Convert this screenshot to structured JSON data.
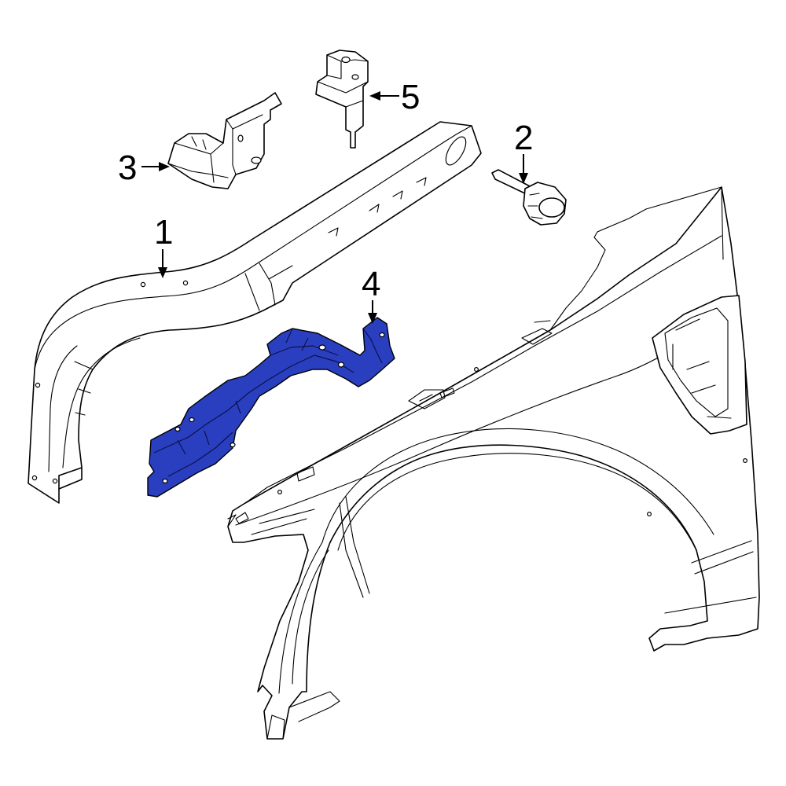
{
  "diagram": {
    "callouts": [
      {
        "id": "1",
        "label": "1"
      },
      {
        "id": "2",
        "label": "2"
      },
      {
        "id": "3",
        "label": "3"
      },
      {
        "id": "4",
        "label": "4"
      },
      {
        "id": "5",
        "label": "5"
      }
    ],
    "colors": {
      "highlight_part": "#2a3fbf",
      "line": "#000000",
      "background": "#ffffff"
    }
  }
}
